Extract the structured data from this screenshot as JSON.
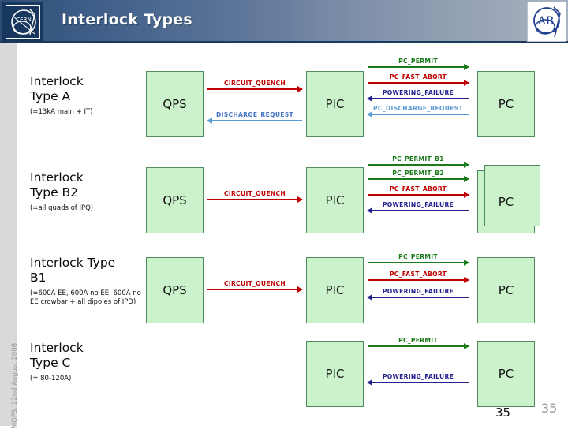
{
  "header": {
    "title": "Interlock Types",
    "left_logo": "cern-logo",
    "right_logo": "ab-logo"
  },
  "footer": {
    "vertical_text": "MOPS, 22nd August 2008",
    "page_number": "35",
    "page_number_gray": "35"
  },
  "colors": {
    "green_signal": "#1a7a1a",
    "red_signal": "#c00000",
    "dark_blue_signal": "#22218e",
    "light_blue_signal": "#5b9bd5",
    "node_fill": "#ccf2cc",
    "node_border": "#4f8a5e",
    "header_dark": "#2e4f75",
    "header_light": "#a8b2c0"
  },
  "rows": [
    {
      "title": "Interlock\nType A",
      "title_line1": "Interlock",
      "title_line2": "Type A",
      "subtitle": "(=13kA main + IT)",
      "nodes": [
        {
          "name": "QPS",
          "label": "QPS",
          "stacked": false
        },
        {
          "name": "PIC",
          "label": "PIC",
          "stacked": false
        },
        {
          "name": "PC",
          "label": "PC",
          "stacked": false
        }
      ],
      "left_signals": [
        {
          "label": "CIRCUIT_QUENCH",
          "direction": "right",
          "color": "#c00000"
        },
        {
          "label": "DISCHARGE_REQUEST",
          "direction": "left",
          "color": "#5b9bd5"
        }
      ],
      "right_signals": [
        {
          "label": "PC_PERMIT",
          "direction": "right",
          "color": "#1a7a1a"
        },
        {
          "label": "PC_FAST_ABORT",
          "direction": "right",
          "color": "#c00000"
        },
        {
          "label": "POWERING_FAILURE",
          "direction": "left",
          "color": "#22218e"
        },
        {
          "label": "PC_DISCHARGE_REQUEST",
          "direction": "left",
          "color": "#5b9bd5"
        }
      ]
    },
    {
      "title_line1": "Interlock",
      "title_line2": "Type B2",
      "subtitle": "(=all quads of IPQ)",
      "nodes": [
        {
          "name": "QPS",
          "label": "QPS",
          "stacked": false
        },
        {
          "name": "PIC",
          "label": "PIC",
          "stacked": false
        },
        {
          "name": "PC",
          "label": "PC",
          "stacked": true
        }
      ],
      "left_signals": [
        {
          "label": "CIRCUIT_QUENCH",
          "direction": "right",
          "color": "#c00000"
        }
      ],
      "right_signals": [
        {
          "label": "PC_PERMIT_B1",
          "direction": "right",
          "color": "#1a7a1a"
        },
        {
          "label": "PC_PERMIT_B2",
          "direction": "right",
          "color": "#1a7a1a"
        },
        {
          "label": "PC_FAST_ABORT",
          "direction": "right",
          "color": "#c00000"
        },
        {
          "label": "POWERING_FAILURE",
          "direction": "left",
          "color": "#22218e"
        }
      ]
    },
    {
      "title_line1": "Interlock Type",
      "title_line2": "B1",
      "subtitle": "(=600A EE, 600A no EE, 600A no EE crowbar + all dipoles of IPD)",
      "nodes": [
        {
          "name": "QPS",
          "label": "QPS",
          "stacked": false
        },
        {
          "name": "PIC",
          "label": "PIC",
          "stacked": false
        },
        {
          "name": "PC",
          "label": "PC",
          "stacked": false
        }
      ],
      "left_signals": [
        {
          "label": "CIRCUIT_QUENCH",
          "direction": "right",
          "color": "#c00000"
        }
      ],
      "right_signals": [
        {
          "label": "PC_PERMIT",
          "direction": "right",
          "color": "#1a7a1a"
        },
        {
          "label": "PC_FAST_ABORT",
          "direction": "right",
          "color": "#c00000"
        },
        {
          "label": "POWERING_FAILURE",
          "direction": "left",
          "color": "#22218e"
        }
      ]
    },
    {
      "title_line1": "Interlock",
      "title_line2": "Type C",
      "subtitle": "(= 80-120A)",
      "nodes": [
        {
          "name": "PIC",
          "label": "PIC",
          "stacked": false
        },
        {
          "name": "PC",
          "label": "PC",
          "stacked": false
        }
      ],
      "left_signals": [],
      "right_signals": [
        {
          "label": "PC_PERMIT",
          "direction": "right",
          "color": "#1a7a1a"
        },
        {
          "label": "POWERING_FAILURE",
          "direction": "left",
          "color": "#22218e"
        }
      ]
    }
  ]
}
